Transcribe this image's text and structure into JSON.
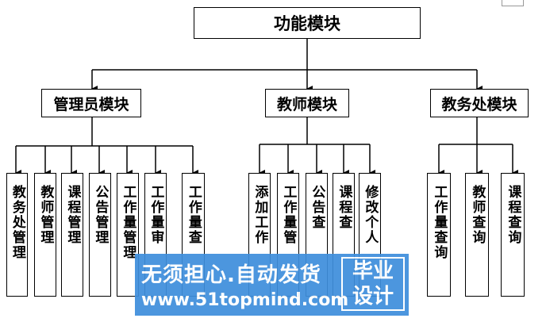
{
  "root": {
    "label": "功能模块"
  },
  "modules": [
    {
      "label": "管理员模块",
      "children": [
        "教务处管理",
        "教师管理",
        "课程管理",
        "公告管理",
        "工作量管理",
        "工作量审",
        "工作量查"
      ]
    },
    {
      "label": "教师模块",
      "children": [
        "添加工作",
        "工作量管",
        "公告查",
        "课程查",
        "修改个人"
      ]
    },
    {
      "label": "教务处模块",
      "children": [
        "工作量查询",
        "教师查询",
        "课程查询"
      ]
    }
  ],
  "watermark": {
    "slogan": "无须担心.自动发货",
    "url": "www.51topmind.com",
    "badge_line1": "毕业",
    "badge_line2": "设计"
  },
  "colors": {
    "line": "#000000",
    "watermark_bg": "#3f8fdc",
    "watermark_text": "#ffffff"
  }
}
